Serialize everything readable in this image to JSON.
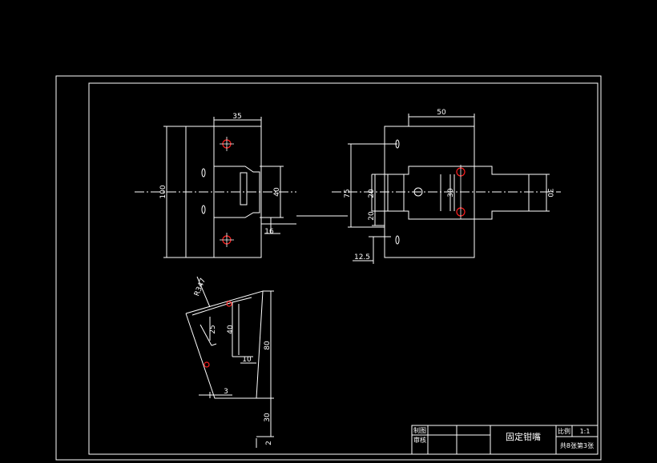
{
  "drawing": {
    "background": "#000000",
    "line_color": "#ffffff",
    "hole_color": "#ff2020",
    "dimensions": {
      "front_width": "35",
      "front_height": "100",
      "front_slot": "40",
      "front_offset": "16",
      "top_width": "50",
      "top_total": "75",
      "top_upper": "20",
      "top_lower": "20",
      "top_mid": "30",
      "top_right": "30",
      "top_small": "12.5",
      "side_radius": "R347",
      "side_slot": "25",
      "side_depth": "40",
      "side_height": "80",
      "side_width": "10",
      "side_base": "3",
      "side_lower": "30",
      "side_bottom": "2"
    },
    "title_block": {
      "row1_label": "制图",
      "row2_label": "审核",
      "part_name": "固定钳嘴",
      "scale_label": "比例",
      "scale_value": "1:1",
      "sheet": "共8张第3张"
    }
  }
}
